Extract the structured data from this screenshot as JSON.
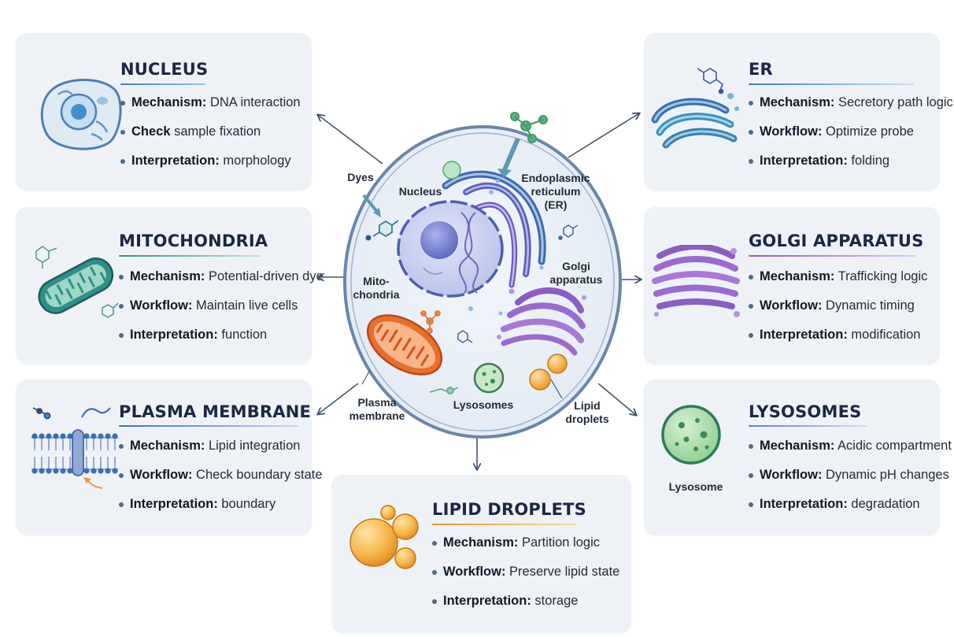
{
  "cards": {
    "nucleus": {
      "title": "NUCLEUS",
      "items": [
        {
          "key": "Mechanism:",
          "text": " DNA interaction"
        },
        {
          "key": "Check",
          "text": " sample fixation"
        },
        {
          "key": "Interpretation:",
          "text": " morphology"
        }
      ]
    },
    "mito": {
      "title": "MITOCHONDRIA",
      "items": [
        {
          "key": "Mechanism:",
          "text": " Potential-driven dye"
        },
        {
          "key": "Workflow:",
          "text": " Maintain live cells"
        },
        {
          "key": "Interpretation:",
          "text": " function"
        }
      ]
    },
    "plasma": {
      "title": "PLASMA MEMBRANE",
      "items": [
        {
          "key": "Mechanism:",
          "text": " Lipid integration"
        },
        {
          "key": "Workflow:",
          "text": " Check boundary state"
        },
        {
          "key": "Interpretation:",
          "text": " boundary"
        }
      ]
    },
    "lipid": {
      "title": "LIPID DROPLETS",
      "items": [
        {
          "key": "Mechanism:",
          "text": " Partition logic"
        },
        {
          "key": "Workflow:",
          "text": " Preserve lipid state"
        },
        {
          "key": "Interpretation:",
          "text": " storage"
        }
      ]
    },
    "er": {
      "title": "ER",
      "items": [
        {
          "key": "Mechanism:",
          "text": " Secretory path logic"
        },
        {
          "key": "Workflow:",
          "text": " Optimize probe"
        },
        {
          "key": "Interpretation:",
          "text": " folding"
        }
      ]
    },
    "golgi": {
      "title": "GOLGI APPARATUS",
      "items": [
        {
          "key": "Mechanism:",
          "text": " Trafficking logic"
        },
        {
          "key": "Workflow:",
          "text": " Dynamic timing"
        },
        {
          "key": "Interpretation:",
          "text": " modification"
        }
      ]
    },
    "lyso": {
      "title": "LYSOSOMES",
      "icon_label": "Lysosome",
      "items": [
        {
          "key": "Mechanism:",
          "text": " Acidic compartment"
        },
        {
          "key": "Workflow:",
          "text": " Dynamic pH changes"
        },
        {
          "key": "Interpretation:",
          "text": " degradation"
        }
      ]
    }
  },
  "cell_labels": {
    "dyes": "Dyes",
    "nucleus": "Nucleus",
    "er": [
      "Endoplasmic",
      "reticulum",
      "(ER)"
    ],
    "golgi": [
      "Golgi",
      "apparatus"
    ],
    "mito": [
      "Mito-",
      "chondria"
    ],
    "plasma": [
      "Plasma",
      "membrane"
    ],
    "lysosomes": "Lysosomes",
    "lipid": [
      "Lipid",
      "droplets"
    ]
  },
  "accent_colors": {
    "nucleus": "#3b82c4",
    "mito": "#2f8f8a",
    "plasma": "#3a6fb0",
    "lipid": "#e59a2a",
    "er": "#3b7dbf",
    "golgi": "#8a5cc4",
    "lyso": "#5aa56a",
    "arrow": "#44556f"
  },
  "icons": [
    "cell-icon",
    "mitochondrion-icon",
    "membrane-icon",
    "lipid-droplets-icon",
    "er-icon",
    "golgi-icon",
    "lysosome-icon"
  ]
}
